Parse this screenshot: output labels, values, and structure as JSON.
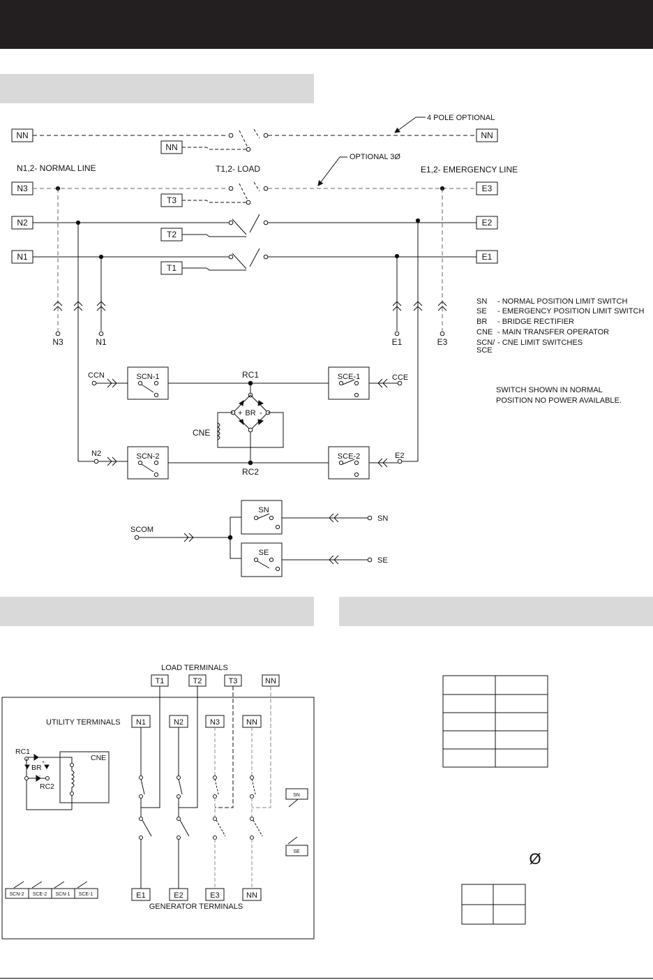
{
  "schematic": {
    "nn_left": "NN",
    "nn_load": "NN",
    "nn_right": "NN",
    "four_pole_optional": "4 POLE OPTIONAL",
    "normal_line_label": "N1,2- NORMAL LINE",
    "load_label": "T1,2- LOAD",
    "optional_3phase": "OPTIONAL 3Ø",
    "emergency_line_label": "E1,2- EMERGENCY LINE",
    "n3": "N3",
    "n2": "N2",
    "n1": "N1",
    "t3": "T3",
    "t2": "T2",
    "t1": "T1",
    "e3": "E3",
    "e2": "E2",
    "e1": "E1",
    "tap_n3": "N3",
    "tap_n1": "N1",
    "tap_e1": "E1",
    "tap_e3": "E3",
    "ccn": "CCN",
    "cce": "CCE",
    "scn1": "SCN-1",
    "sce1": "SCE-1",
    "scn2": "SCN-2",
    "sce2": "SCE-2",
    "rc1": "RC1",
    "rc2": "RC2",
    "cne": "CNE",
    "br": "BR",
    "plus": "+",
    "minus": "-",
    "n2_ctrl": "N2",
    "e2_ctrl": "E2",
    "scom": "SCOM",
    "sn": "SN",
    "se": "SE",
    "sn_out": "SN",
    "se_out": "SE"
  },
  "legend": {
    "items": [
      {
        "code": "SN",
        "desc": "- NORMAL POSITION LIMIT SWITCH"
      },
      {
        "code": "SE",
        "desc": "- EMERGENCY POSITION LIMIT SWITCH"
      },
      {
        "code": "BR",
        "desc": "- BRIDGE RECTIFIER"
      },
      {
        "code": "CNE",
        "desc": "- MAIN TRANSFER OPERATOR"
      },
      {
        "code": "SCN/",
        "desc": "- CNE LIMIT SWITCHES"
      }
    ],
    "sce_line": "SCE",
    "note_line1": "SWITCH SHOWN IN NORMAL",
    "note_line2": "POSITION NO POWER AVAILABLE."
  },
  "layout_panel": {
    "load_terminals_label": "LOAD TERMINALS",
    "t1": "T1",
    "t2": "T2",
    "t3": "T3",
    "nn_top": "NN",
    "utility_terminals_label": "UTILITY TERMINALS",
    "n1": "N1",
    "n2": "N2",
    "n3": "N3",
    "nn_util": "NN",
    "rc1": "RC1",
    "rc2": "RC2",
    "br": "BR",
    "cne": "CNE",
    "sn": "SN",
    "se": "SE",
    "scn2": "SCN-2",
    "sce2": "SCE-2",
    "scn1": "SCN-1",
    "sce1": "SCE-1",
    "e1": "E1",
    "e2": "E2",
    "e3": "E3",
    "nn_gen": "NN",
    "generator_terminals_label": "GENERATOR TERMINALS"
  },
  "right_panel": {
    "phase_symbol": "Ø"
  }
}
